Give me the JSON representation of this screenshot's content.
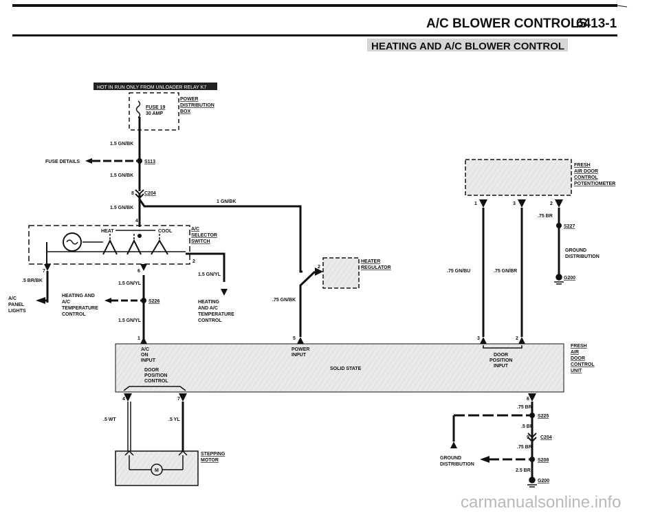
{
  "header": {
    "title": "A/C BLOWER CONTROLS",
    "page_ref": "6413-1",
    "subtitle": "HEATING AND A/C BLOWER CONTROL"
  },
  "hot_banner": "HOT IN RUN ONLY FROM UNLOADER RELAY K7",
  "fuse": {
    "name": "FUSE 19",
    "rating": "30 AMP"
  },
  "power_dist": [
    "POWER",
    "DISTRIBUTION",
    "BOX"
  ],
  "fuse_details": "FUSE DETAILS",
  "splices": {
    "s113": "S113",
    "s226": "S226",
    "s227": "S227",
    "s225": "S225",
    "s208": "S208"
  },
  "connectors": {
    "c204": "C204",
    "c204b": "C204"
  },
  "grounds": {
    "g200a": "G200",
    "g200b": "G200"
  },
  "wires": {
    "w1": "1.5 GN/BK",
    "w2": "1.5 GN/BK",
    "w3": "1.5 GN/BK",
    "w4": "1 GN/BK",
    "w5": "1.5 GN/YL",
    "w6": "1.5 GN/YL",
    "w7": "1.5 GN/YL",
    "w8": ".5 BR/BK",
    "w9": ".75 GN/BK",
    "w10": ".75 GN/BU",
    "w11": ".75 GN/BR",
    "w12": ".75 BR",
    "w13": ".5 WT",
    "w14": ".5 YL",
    "w15": ".75 BR",
    "w16": ".5 BR",
    "w17": ".75 BR",
    "w18": "2.5 BR"
  },
  "pins": {
    "p8": "8",
    "p4": "4",
    "p7": "7",
    "p6": "6",
    "p2a": "2",
    "p1": "1",
    "p5": "5",
    "p3": "3",
    "p2b": "2",
    "p4b": "4",
    "p7b": "7",
    "p6b": "6",
    "p9": "9",
    "p2h": "2",
    "p1p": "1",
    "p3p": "3",
    "p2p": "2"
  },
  "selector": {
    "heat": "HEAT",
    "cool": "COOL",
    "label": [
      "A/C",
      "SELECTOR",
      "SWITCH"
    ]
  },
  "ac_panel_lights": [
    "A/C",
    "PANEL",
    "LIGHTS"
  ],
  "htc_left": [
    "HEATING AND",
    "A/C",
    "TEMPERATURE",
    "CONTROL"
  ],
  "htc_right": [
    "HEATING",
    "AND A/C",
    "TEMPERATURE",
    "CONTROL"
  ],
  "heater_regulator": [
    "HEATER",
    "REGULATOR"
  ],
  "fresh_air_pot": [
    "FRESH",
    "AIR DOOR",
    "CONTROL",
    "POTENTIOMETER"
  ],
  "ground_dist": [
    "GROUND",
    "DISTRIBUTION"
  ],
  "ground_dist2": [
    "GROUND",
    "DISTRIBUTION"
  ],
  "unit": {
    "ac_on": [
      "A/C",
      "ON",
      "INPUT"
    ],
    "door_pos_left": [
      "DOOR",
      "POSITION",
      "CONTROL"
    ],
    "power_input": [
      "POWER",
      "INPUT"
    ],
    "solid_state": "SOLID STATE",
    "door_pos_input": [
      "DOOR",
      "POSITION",
      "INPUT"
    ],
    "label": [
      "FRESH",
      "AIR",
      "DOOR",
      "CONTROL",
      "UNIT"
    ]
  },
  "stepping_motor": [
    "STEPPING",
    "MOTOR"
  ],
  "motor_symbol": "M",
  "watermark": "carmanualsonline.info"
}
